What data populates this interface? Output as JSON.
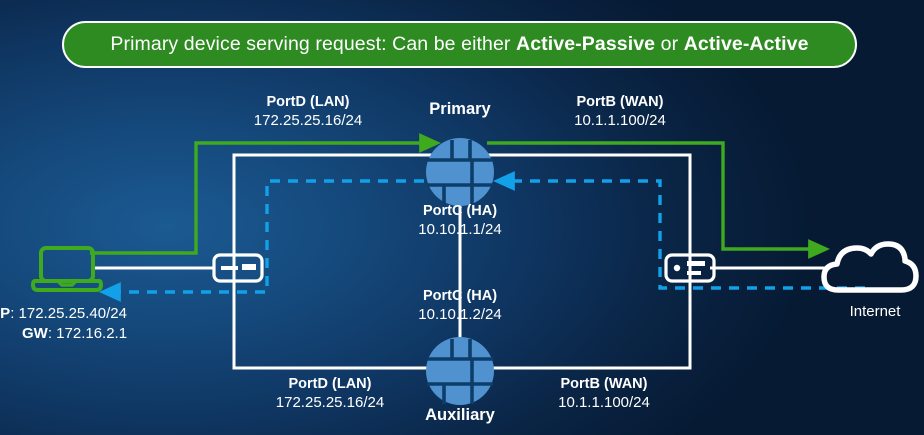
{
  "banner": {
    "prefix": "Primary device serving request: Can be either ",
    "bold1": "Active-Passive",
    "middle": " or ",
    "bold2": "Active-Active",
    "bg_color": "#2e8b22",
    "border_color": "#ffffff"
  },
  "labels": {
    "primary_lan": {
      "port": "PortD (LAN)",
      "ip": "172.25.25.16/24"
    },
    "primary_wan": {
      "port": "PortB (WAN)",
      "ip": "10.1.1.100/24"
    },
    "primary_ha": {
      "port": "PortC (HA)",
      "ip": "10.10.1.1/24"
    },
    "auxiliary_ha": {
      "port": "PortC (HA)",
      "ip": "10.10.1.2/24"
    },
    "auxiliary_lan": {
      "port": "PortD (LAN)",
      "ip": "172.25.25.16/24"
    },
    "auxiliary_wan": {
      "port": "PortB (WAN)",
      "ip": "10.1.1.100/24"
    }
  },
  "devices": {
    "primary": "Primary",
    "auxiliary": "Auxiliary",
    "cloud": "Internet"
  },
  "host": {
    "ip_key": "IP",
    "ip_value": "172.25.25.40/24",
    "gw_key": "GW",
    "gw_value": "172.16.2.1"
  },
  "colors": {
    "green_flow": "#3faa1e",
    "blue_flow": "#12a0e8",
    "white_link": "#ffffff",
    "device_fill": "#4f92cf",
    "device_line": "#0d3d6b",
    "background_deep": "#061a33",
    "background_mid": "#15497c"
  },
  "icons": {
    "primary_device": "firewall-circle-icon",
    "auxiliary_device": "firewall-circle-icon",
    "left_switch": "switch-icon",
    "right_switch": "switch-icon",
    "laptop": "laptop-icon",
    "cloud": "cloud-icon"
  },
  "flows": {
    "green_label": "request-path-green",
    "blue_label": "response-path-blue-dashed"
  }
}
